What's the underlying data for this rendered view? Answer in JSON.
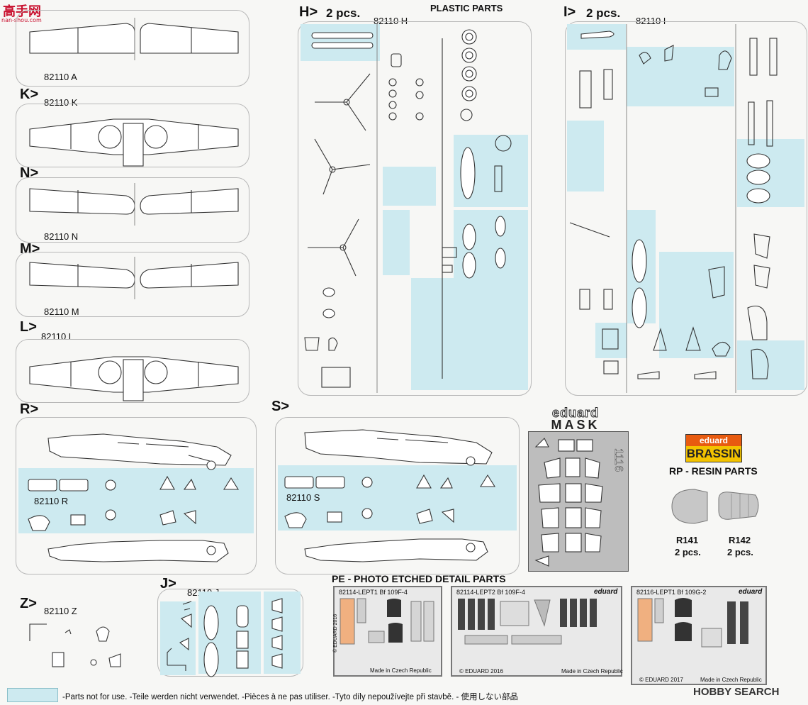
{
  "watermark": {
    "title": "高手网",
    "url": "nan-shou.com"
  },
  "header": {
    "plastic_parts": "PLASTIC PARTS"
  },
  "sprues": {
    "A": {
      "code": "82110 A"
    },
    "K": {
      "letter": "K>",
      "code": "82110 K"
    },
    "N": {
      "letter": "N>",
      "code": "82110 N"
    },
    "M": {
      "letter": "M>",
      "code": "82110 M"
    },
    "L": {
      "letter": "L>",
      "code": "82110 L"
    },
    "H": {
      "letter": "H>",
      "qty": "2 pcs.",
      "code": "82110 H"
    },
    "I": {
      "letter": "I>",
      "qty": "2 pcs.",
      "code": "82110 I"
    },
    "R": {
      "letter": "R>",
      "code": "82110 R"
    },
    "S": {
      "letter": "S>",
      "code": "82110 S"
    },
    "J": {
      "letter": "J>",
      "code": "82110 J"
    },
    "Z": {
      "letter": "Z>",
      "code": "82110 Z"
    }
  },
  "mask": {
    "top": "eduard",
    "bottom": "MASK",
    "number": "1116"
  },
  "brassin": {
    "brand_top": "eduard",
    "brand_bottom": "BRASSIN",
    "title": "RP - RESIN PARTS",
    "parts": [
      {
        "name": "R141",
        "qty": "2 pcs."
      },
      {
        "name": "R142",
        "qty": "2 pcs."
      }
    ]
  },
  "pe": {
    "title": "PE - PHOTO ETCHED DETAIL PARTS",
    "plates": [
      {
        "label": "82114-LEPT1  Bf 109F-4",
        "footer": "Made in Czech Republic",
        "side": "© EDUARD 2016"
      },
      {
        "label": "82114-LEPT2  Bf 109F-4",
        "brand": "eduard",
        "footer_left": "© EDUARD 2016",
        "footer": "Made in Czech Republic"
      },
      {
        "label": "82116-LEPT1  Bf 109G-2",
        "brand": "eduard",
        "footer_left": "© EDUARD 2017",
        "footer": "Made in Czech Republic"
      }
    ]
  },
  "legend": {
    "text": "-Parts not for use. -Teile werden nicht verwendet. -Pièces à ne pas utiliser. -Tyto díly nepoužívejte při stavbě. -   使用しない部品"
  },
  "source_mark": "HOBBY SEARCH",
  "colors": {
    "unused_parts": "#cdeaf0",
    "brassin_orange": "#e85b10",
    "brassin_yellow": "#f3c300",
    "watermark": "#c8102e"
  }
}
